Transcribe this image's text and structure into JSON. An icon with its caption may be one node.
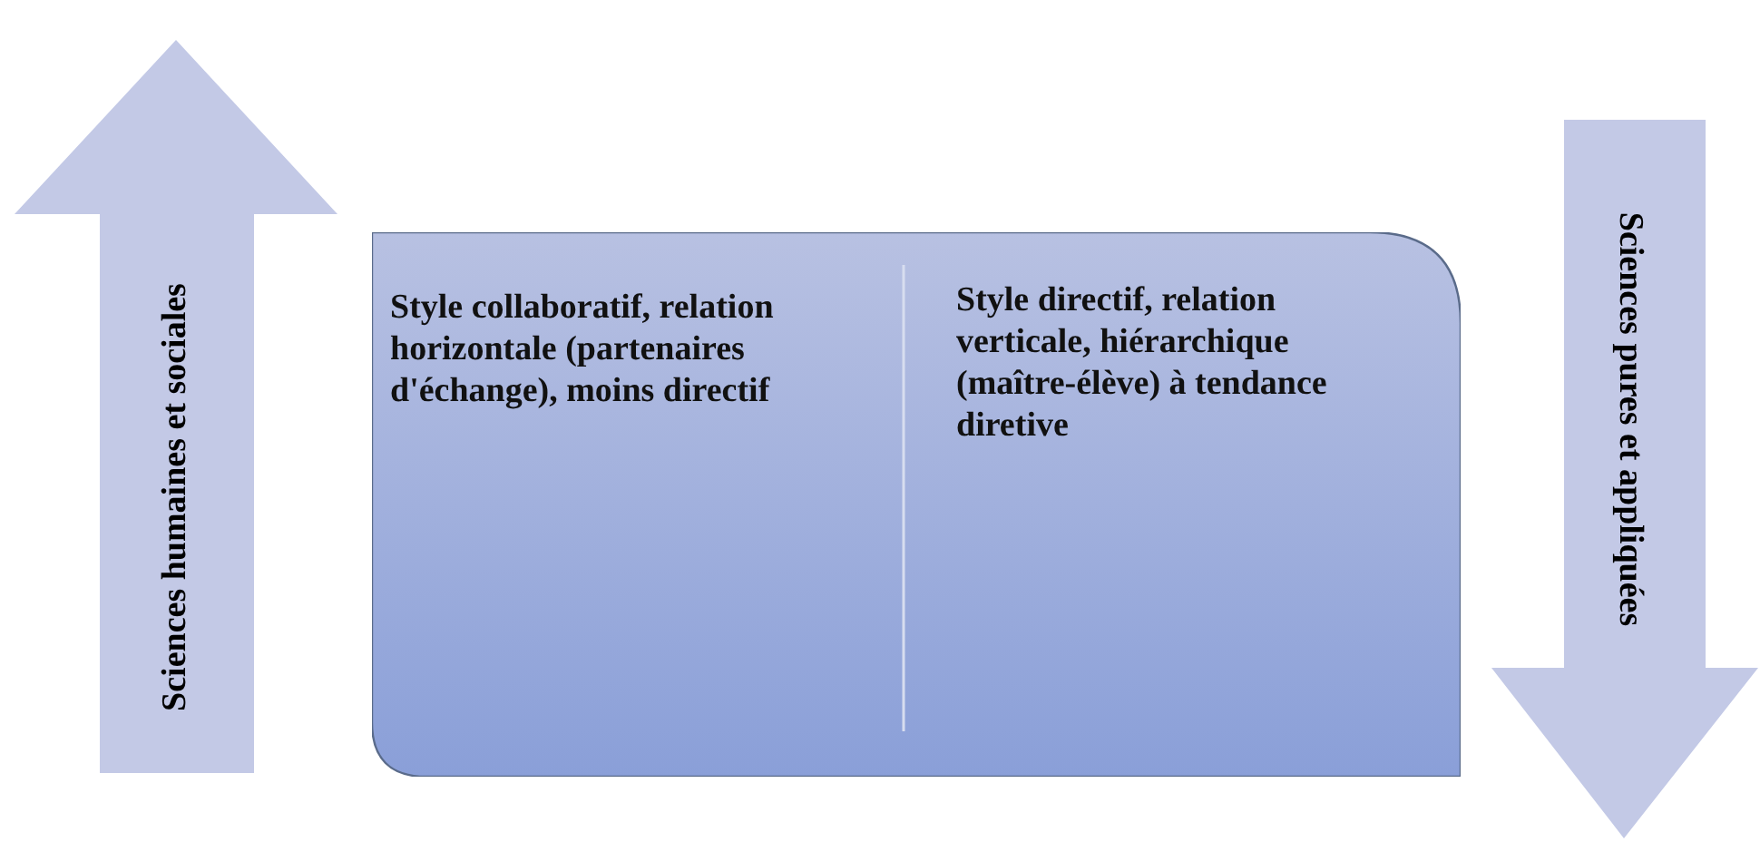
{
  "diagram": {
    "nodes": [
      {
        "text": [
          "Sciences humaines et sociales"
        ]
      },
      {
        "text": [
          "Style collaboratif, relation horizontale (partenaires d'échange), moins directif",
          "Style directif, relation verticale, hiérarchique (maître-élève) à tendance diretive"
        ]
      },
      {
        "text": [
          "Sciences pures et appliquées"
        ]
      }
    ],
    "edges": []
  }
}
